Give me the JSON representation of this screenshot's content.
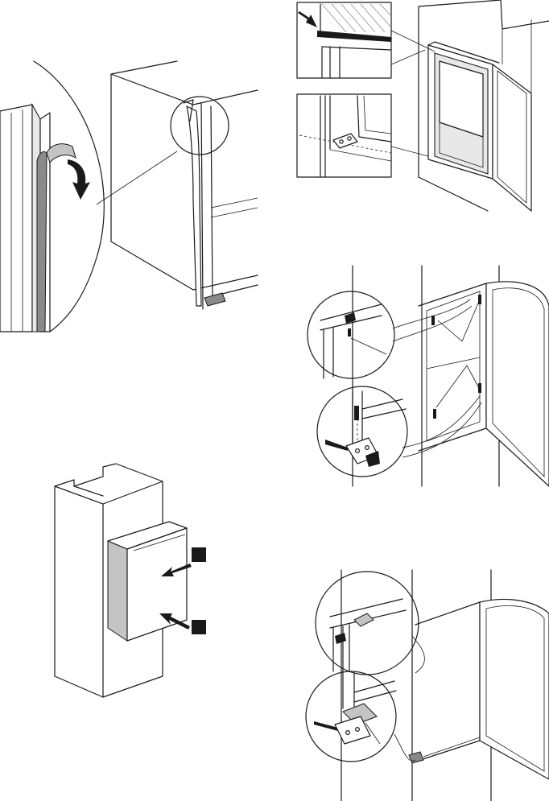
{
  "figures": [
    {
      "id": "gasket-removal"
    },
    {
      "id": "door-seal-inspection"
    },
    {
      "id": "door-hinge-screws"
    },
    {
      "id": "cabinet-door-alignment"
    },
    {
      "id": "hinge-cover-caps"
    }
  ],
  "colors": {
    "line": "#1a1a1a",
    "light_fill": "#e8e8e8",
    "mid_fill": "#c4c4c4",
    "dark_fill": "#8a8a8a",
    "background": "#ffffff"
  },
  "icons": [
    "curved-arrow-icon",
    "pointer-arrow-icon",
    "push-arrow-icon",
    "callout-marker"
  ]
}
